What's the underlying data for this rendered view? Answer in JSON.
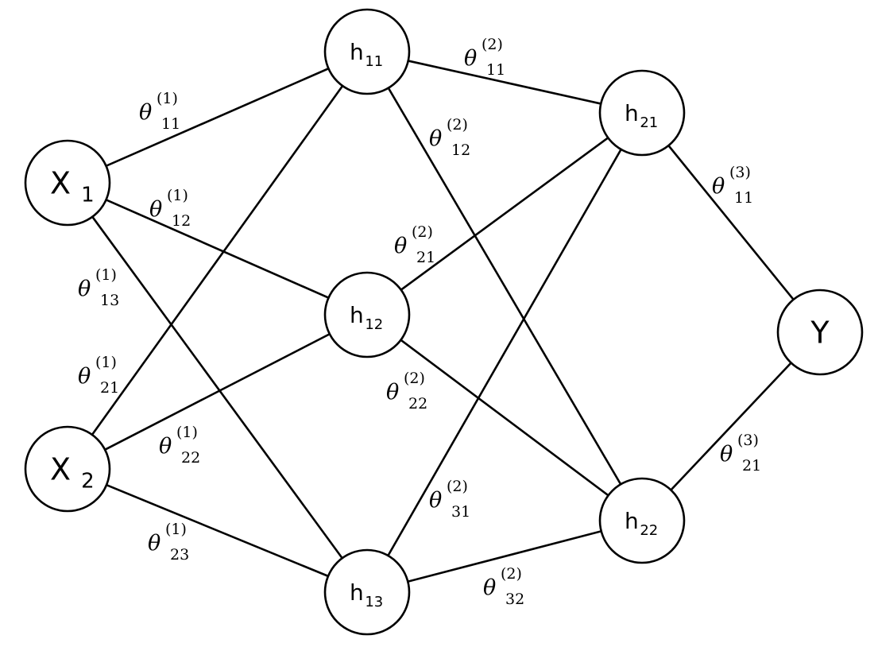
{
  "diagram": {
    "nodes": [
      {
        "id": "x1",
        "main": "X",
        "sub": "1"
      },
      {
        "id": "x2",
        "main": "X",
        "sub": "2"
      },
      {
        "id": "h11",
        "main": "h",
        "sub": "11"
      },
      {
        "id": "h12",
        "main": "h",
        "sub": "12"
      },
      {
        "id": "h13",
        "main": "h",
        "sub": "13"
      },
      {
        "id": "h21",
        "main": "h",
        "sub": "21"
      },
      {
        "id": "h22",
        "main": "h",
        "sub": "22"
      },
      {
        "id": "y",
        "main": "Y",
        "sub": ""
      }
    ],
    "edges": [
      {
        "from": "x1",
        "to": "h11",
        "symbol": "θ",
        "sup": "(1)",
        "sub": "11"
      },
      {
        "from": "x1",
        "to": "h12",
        "symbol": "θ",
        "sup": "(1)",
        "sub": "12"
      },
      {
        "from": "x1",
        "to": "h13",
        "symbol": "θ",
        "sup": "(1)",
        "sub": "13"
      },
      {
        "from": "x2",
        "to": "h11",
        "symbol": "θ",
        "sup": "(1)",
        "sub": "21"
      },
      {
        "from": "x2",
        "to": "h12",
        "symbol": "θ",
        "sup": "(1)",
        "sub": "22"
      },
      {
        "from": "x2",
        "to": "h13",
        "symbol": "θ",
        "sup": "(1)",
        "sub": "23"
      },
      {
        "from": "h11",
        "to": "h21",
        "symbol": "θ",
        "sup": "(2)",
        "sub": "11"
      },
      {
        "from": "h11",
        "to": "h22",
        "symbol": "θ",
        "sup": "(2)",
        "sub": "12"
      },
      {
        "from": "h12",
        "to": "h21",
        "symbol": "θ",
        "sup": "(2)",
        "sub": "21"
      },
      {
        "from": "h12",
        "to": "h22",
        "symbol": "θ",
        "sup": "(2)",
        "sub": "22"
      },
      {
        "from": "h13",
        "to": "h21",
        "symbol": "θ",
        "sup": "(2)",
        "sub": "31"
      },
      {
        "from": "h13",
        "to": "h22",
        "symbol": "θ",
        "sup": "(2)",
        "sub": "32"
      },
      {
        "from": "h21",
        "to": "y",
        "symbol": "θ",
        "sup": "(3)",
        "sub": "11"
      },
      {
        "from": "h22",
        "to": "y",
        "symbol": "θ",
        "sup": "(3)",
        "sub": "21"
      }
    ]
  }
}
